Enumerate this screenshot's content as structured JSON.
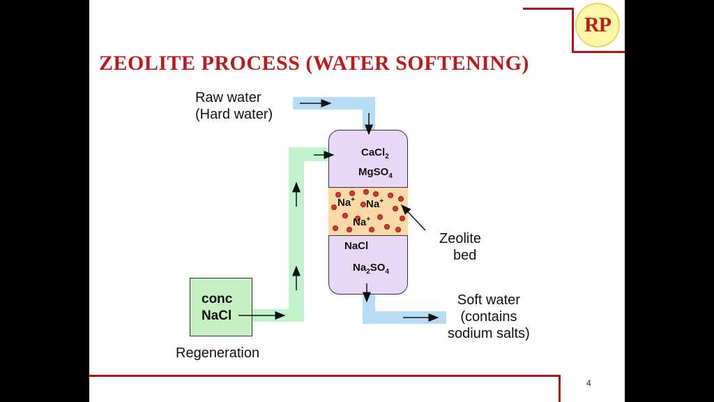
{
  "logo": {
    "text": "RP"
  },
  "title": "ZEOLITE PROCESS (WATER SOFTENING)",
  "labels": {
    "raw_water": [
      "Raw water",
      "(Hard water)"
    ],
    "zeolite_bed": [
      "Zeolite",
      "bed"
    ],
    "soft_water": [
      "Soft water",
      "(contains",
      "sodium salts)"
    ],
    "regeneration": "Regeneration",
    "conc_nacl": [
      "conc",
      "NaCl"
    ]
  },
  "column": {
    "top_chemicals": [
      {
        "base": "CaCl",
        "sub": "2"
      },
      {
        "base": "MgSO",
        "sub": "4"
      }
    ],
    "bed_ions": [
      "Na",
      "Na",
      "Na"
    ],
    "ion_charge": "+",
    "bottom_chemicals": [
      {
        "base": "NaCl"
      },
      {
        "base": "Na",
        "sub": "2",
        "base2": "SO",
        "sub2": "4"
      }
    ]
  },
  "page_number": "4",
  "colors": {
    "accent_red": "#c0191a",
    "raw_water_pipe": "#b9dcf5",
    "regeneration_pipe": "#bff2cd",
    "column_fill": "#e8d8f5",
    "bed_fill": "#fbd9a7",
    "resin_dots": "#d9363e",
    "logo_bg": "#fff7a8"
  }
}
